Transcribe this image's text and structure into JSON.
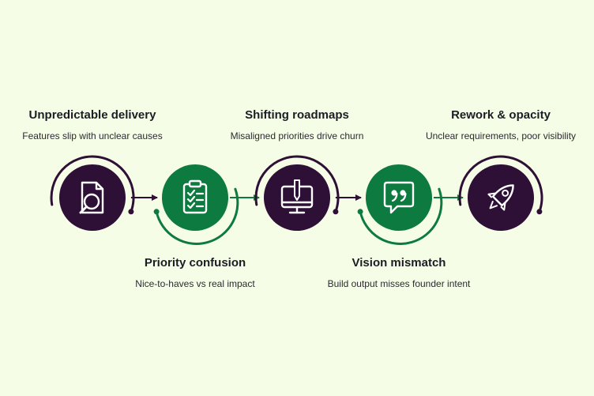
{
  "colors": {
    "background": "#f6fde6",
    "dark": "#2e0f36",
    "green": "#0d7a3f",
    "icon": "#ffffff"
  },
  "steps": [
    {
      "title": "Unpredictable delivery",
      "subtitle": "Features slip with unclear causes",
      "icon": "document-magnifier-icon",
      "color": "dark",
      "label_position": "top"
    },
    {
      "title": "Priority confusion",
      "subtitle": "Nice-to-haves vs real impact",
      "icon": "clipboard-checklist-icon",
      "color": "green",
      "label_position": "bottom"
    },
    {
      "title": "Shifting roadmaps",
      "subtitle": "Misaligned priorities drive churn",
      "icon": "monitor-pen-icon",
      "color": "dark",
      "label_position": "top"
    },
    {
      "title": "Vision mismatch",
      "subtitle": "Build output misses founder intent",
      "icon": "quote-bubble-icon",
      "color": "green",
      "label_position": "bottom"
    },
    {
      "title": "Rework & opacity",
      "subtitle": "Unclear requirements, poor visibility",
      "icon": "rocket-icon",
      "color": "dark",
      "label_position": "top"
    }
  ]
}
